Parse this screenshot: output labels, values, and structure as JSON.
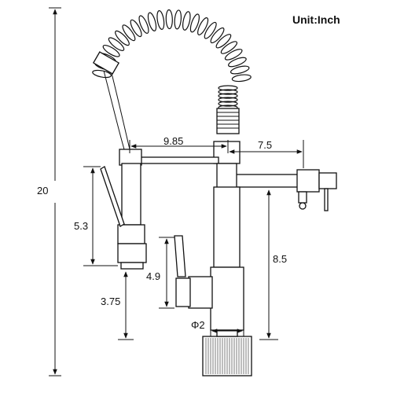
{
  "unit_label": "Unit:Inch",
  "dimensions": {
    "total_height": "20",
    "spout_reach": "9.85",
    "sprayer_reach": "7.5",
    "sprayer_body": "5.3",
    "sprayer_clearance": "3.75",
    "handle_height": "4.9",
    "spout_clearance": "8.5",
    "base_diameter": "Φ2"
  },
  "colors": {
    "line": "#111111",
    "background": "#ffffff"
  }
}
